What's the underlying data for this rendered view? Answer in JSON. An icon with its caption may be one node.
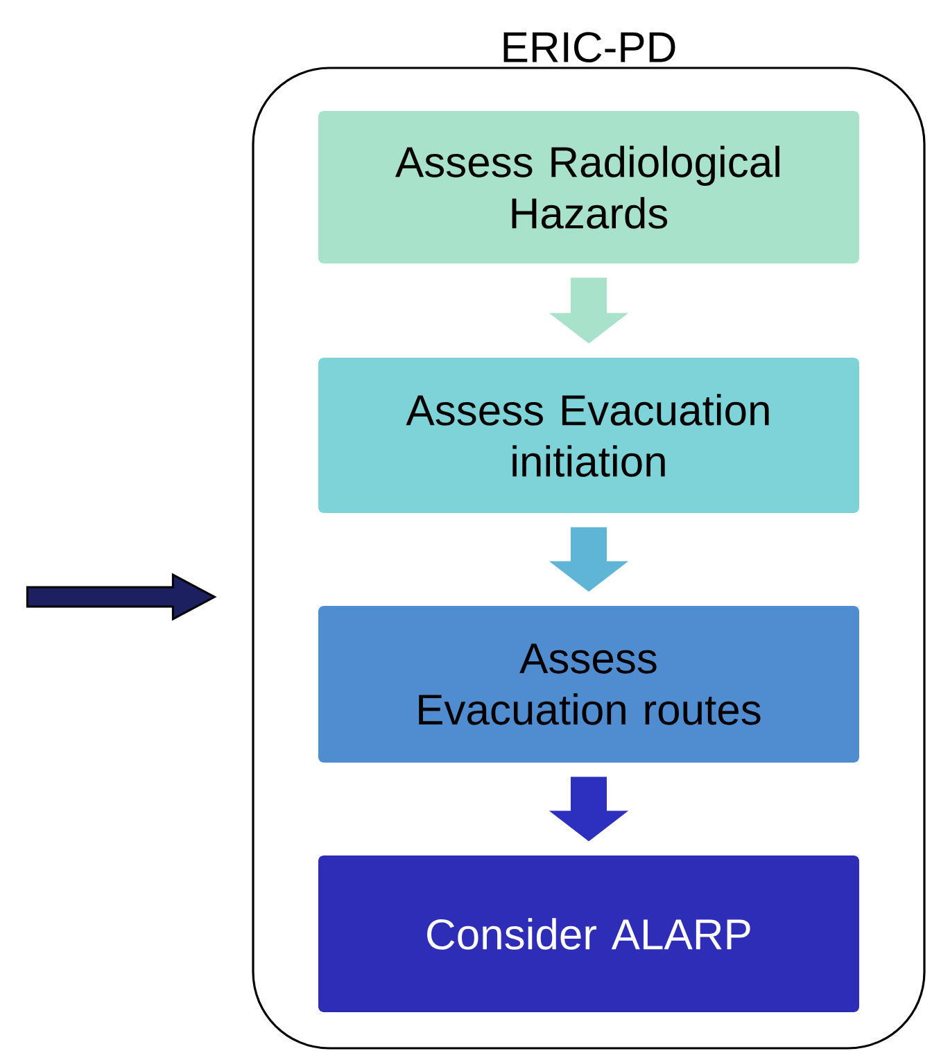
{
  "diagram": {
    "nodes": [
      {
        "text": [
          "ERIC-PD"
        ]
      },
      {
        "text": [
          "Assess Radiological Hazards"
        ],
        "in": 0
      },
      {
        "text": [
          "Assess Evacuation initiation"
        ],
        "in": 0
      },
      {
        "text": [
          "Assess Evacuation routes"
        ],
        "in": 0
      },
      {
        "text": [
          "Consider ALARP"
        ],
        "in": 0
      }
    ],
    "edges": [
      {
        "from": 1,
        "to": 2,
        "arrow": "to",
        "color": "#a8e2cb"
      },
      {
        "from": 2,
        "to": 3,
        "arrow": "to",
        "color": "#5fb5d6"
      },
      {
        "from": 3,
        "to": 4,
        "arrow": "to",
        "color": "#2d30bf"
      },
      {
        "from": null,
        "to": 0,
        "arrow": "to",
        "color": "#1c2060"
      }
    ]
  }
}
